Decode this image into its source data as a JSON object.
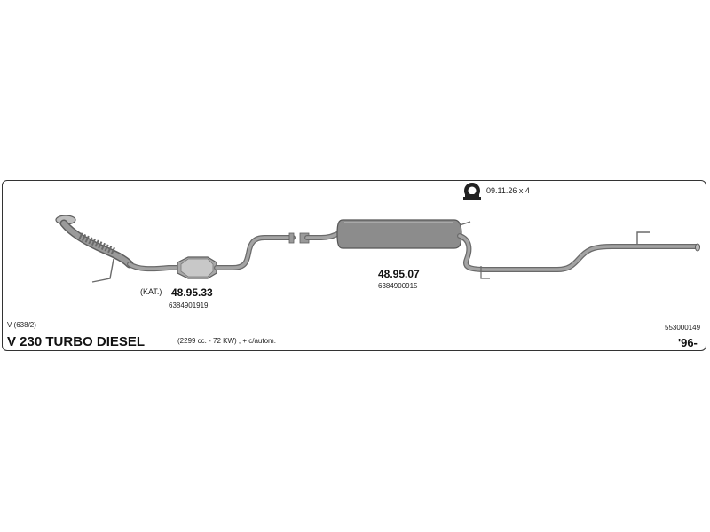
{
  "clamp": {
    "icon": "pipe-clamp-icon",
    "label": "09.11.26 x 4"
  },
  "parts": [
    {
      "prefix": "(KAT.)",
      "number": "48.95.33",
      "oem": "6384901919"
    },
    {
      "number": "48.95.07",
      "oem": "6384900915"
    }
  ],
  "vehicle": {
    "model_code": "V (638/2)",
    "name": "V 230 TURBO DIESEL",
    "specs": "(2299 cc. - 72 KW) , + c/autom.",
    "catalog_number": "553000149",
    "year": "'96-"
  },
  "colors": {
    "pipe": "#8a8a8a",
    "pipe_dark": "#5e5e5e",
    "frame": "#333333"
  }
}
